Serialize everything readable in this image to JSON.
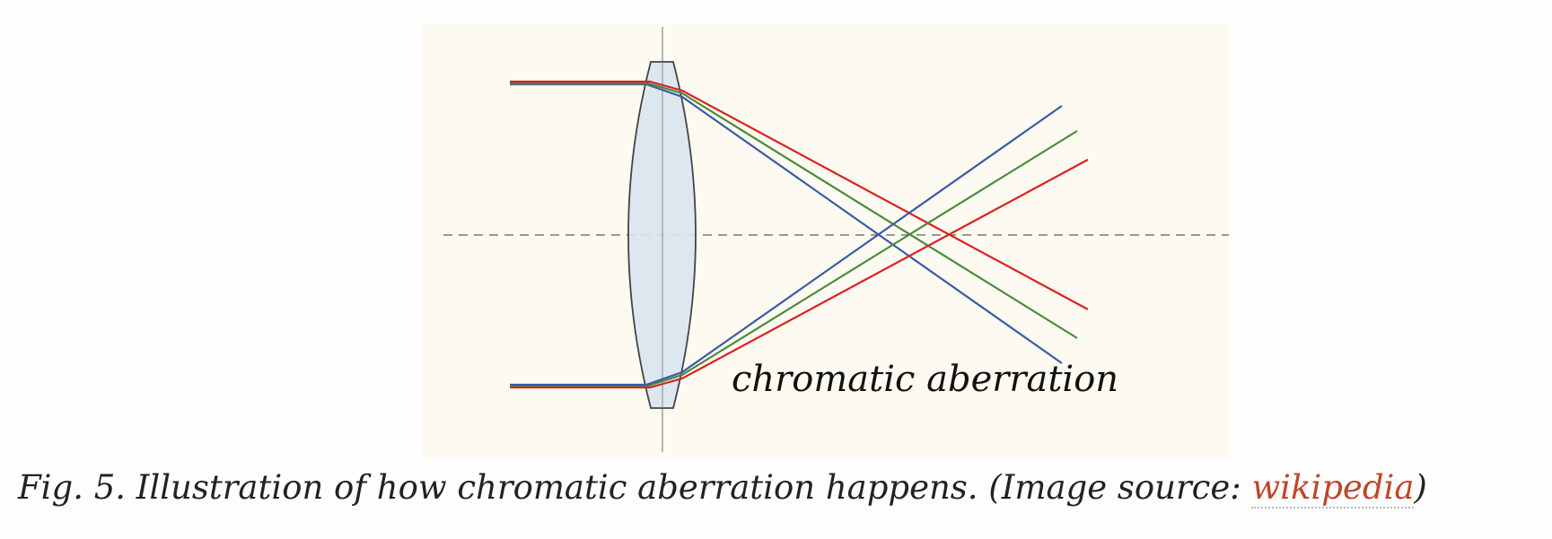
{
  "figure": {
    "diagram_label": "chromatic aberration",
    "colors": {
      "panel_background": "#fdfbf1",
      "lens_fill": "#d9e4ef",
      "lens_stroke": "#444444",
      "axis_dashed": "#777777",
      "ray_red": "#dd1f1f",
      "ray_green": "#4a8a3a",
      "ray_blue": "#3d5aa8"
    }
  },
  "caption": {
    "prefix": "Fig. 5. Illustration of how chromatic aberration happens. (Image source: ",
    "link_text": "wikipedia",
    "suffix": ")"
  }
}
